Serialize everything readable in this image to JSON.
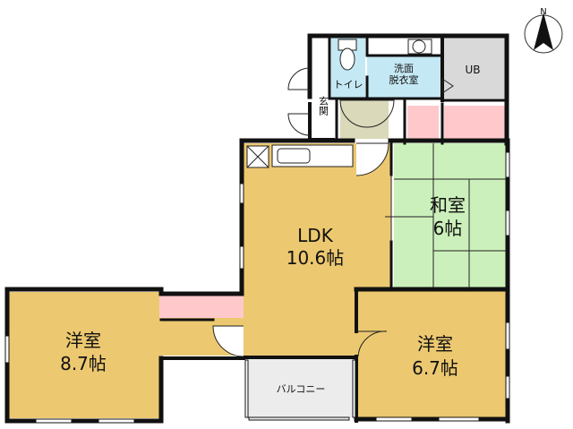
{
  "compass": {
    "north_label": "N"
  },
  "rooms": {
    "ldk": {
      "name": "LDK",
      "size": "10.6帖"
    },
    "washitsu": {
      "name": "和室",
      "size": "6帖"
    },
    "yoshitsu_west": {
      "name": "洋室",
      "size": "8.7帖"
    },
    "yoshitsu_east": {
      "name": "洋室",
      "size": "6.7帖"
    },
    "toilet": {
      "name": "トイレ"
    },
    "washroom": {
      "line1": "洗面",
      "line2": "脱衣室"
    },
    "bath": {
      "name": "UB"
    },
    "entrance": {
      "name": "玄関"
    },
    "balcony": {
      "name": "バルコニー"
    }
  },
  "colors": {
    "wall": "#111111",
    "ldk_floor": "#ecc870",
    "bedroom_floor": "#ecc870",
    "tatami": "#ccf0bb",
    "wet_area": "#c4e8f4",
    "storage": "#ffc9cc",
    "bath": "#d9d9d9",
    "entrance_floor": "#dad9b9",
    "balcony": "#ececec"
  }
}
